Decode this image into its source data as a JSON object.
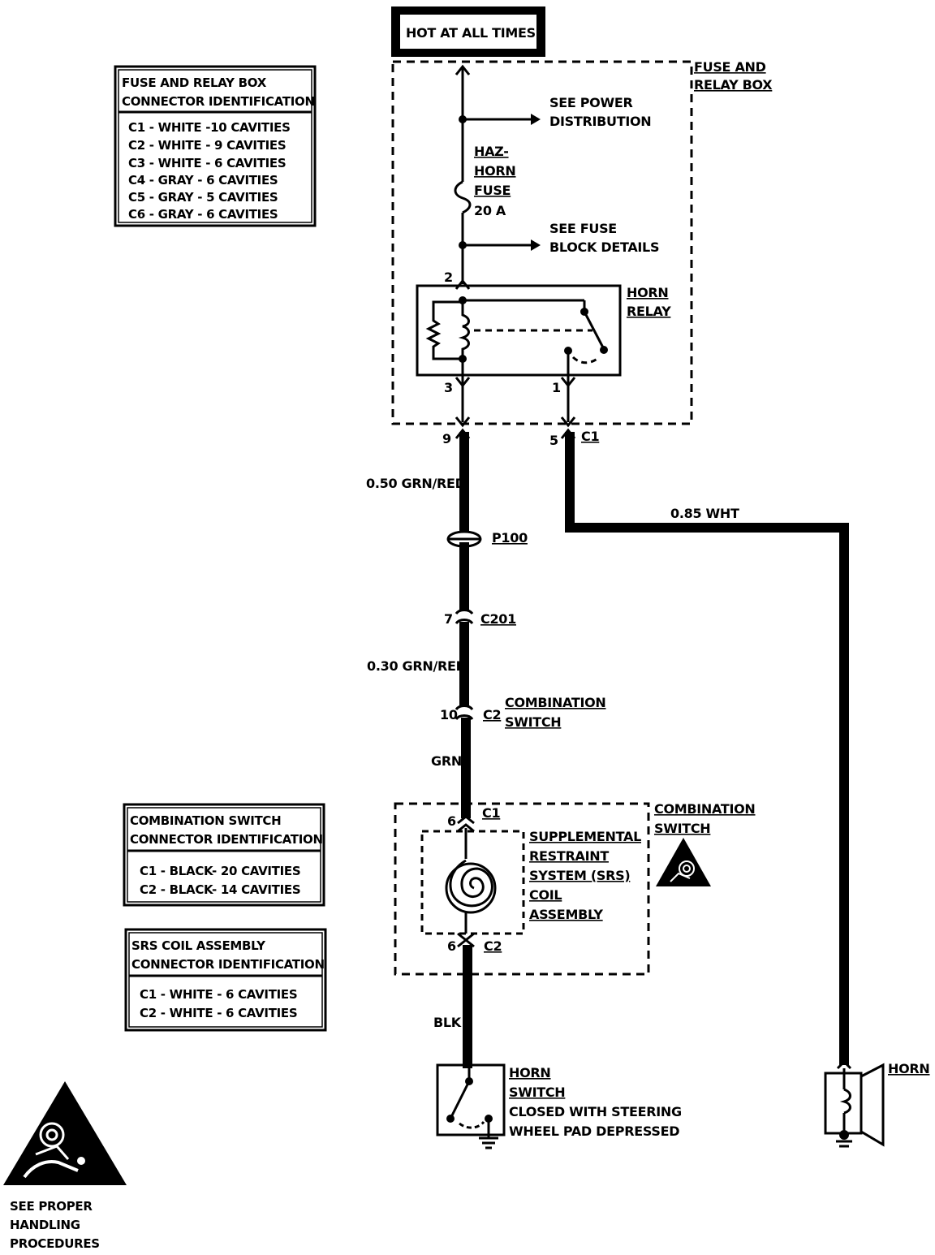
{
  "power": {
    "label": "HOT AT ALL TIMES"
  },
  "fuse_relay_box": {
    "label_line1": "FUSE AND",
    "label_line2": "RELAY BOX"
  },
  "fuse_relay_table": {
    "title_line1": "FUSE AND RELAY BOX",
    "title_line2": "CONNECTOR IDENTIFICATION",
    "rows": [
      "C1 - WHITE -10 CAVITIES",
      "C2 - WHITE - 9 CAVITIES",
      "C3 - WHITE - 6 CAVITIES",
      "C4 - GRAY - 6 CAVITIES",
      "C5 - GRAY - 5 CAVITIES",
      "C6 - GRAY - 6 CAVITIES"
    ]
  },
  "power_dist": {
    "line1": "SEE POWER",
    "line2": "DISTRIBUTION"
  },
  "fuse": {
    "line1": "HAZ-",
    "line2": "HORN",
    "line3": "FUSE",
    "rating": "20 A"
  },
  "fuse_block": {
    "line1": "SEE FUSE",
    "line2": "BLOCK DETAILS"
  },
  "horn_relay": {
    "line1": "HORN",
    "line2": "RELAY",
    "pin_top": "2",
    "pin_left": "3",
    "pin_right": "1"
  },
  "connector_c1": {
    "pin_left": "9",
    "pin_right": "5",
    "name": "C1"
  },
  "wires": {
    "grn_red_050": "0.50 GRN/RED",
    "wht_085": "0.85 WHT",
    "grn_red_030": "0.30 GRN/RED",
    "grn": "GRN",
    "blk": "BLK"
  },
  "splice": {
    "name": "P100"
  },
  "c201": {
    "pin": "7",
    "name": "C201"
  },
  "comb_c2": {
    "pin": "10",
    "name": "C2",
    "label_line1": "COMBINATION",
    "label_line2": "SWITCH"
  },
  "combination_switch": {
    "label_line1": "COMBINATION",
    "label_line2": "SWITCH",
    "pin_top": "6",
    "conn_top": "C1",
    "pin_bottom": "6",
    "conn_bottom": "C2"
  },
  "srs_coil": {
    "line1": "SUPPLEMENTAL",
    "line2": "RESTRAINT",
    "line3": "SYSTEM (SRS)",
    "line4": "COIL",
    "line5": "ASSEMBLY"
  },
  "comb_table": {
    "title_line1": "COMBINATION SWITCH",
    "title_line2": "CONNECTOR IDENTIFICATION",
    "rows": [
      "C1 - BLACK- 20 CAVITIES",
      "C2 - BLACK- 14 CAVITIES"
    ]
  },
  "srs_table": {
    "title_line1": "SRS COIL ASSEMBLY",
    "title_line2": "CONNECTOR IDENTIFICATION",
    "rows": [
      "C1 - WHITE - 6 CAVITIES",
      "C2 - WHITE - 6 CAVITIES"
    ]
  },
  "horn_switch": {
    "line1": "HORN",
    "line2": "SWITCH",
    "line3": "CLOSED WITH STEERING",
    "line4": "WHEEL PAD DEPRESSED"
  },
  "horn": {
    "label": "HORN"
  },
  "warning": {
    "line1": "SEE PROPER",
    "line2": "HANDLING",
    "line3": "PROCEDURES"
  }
}
